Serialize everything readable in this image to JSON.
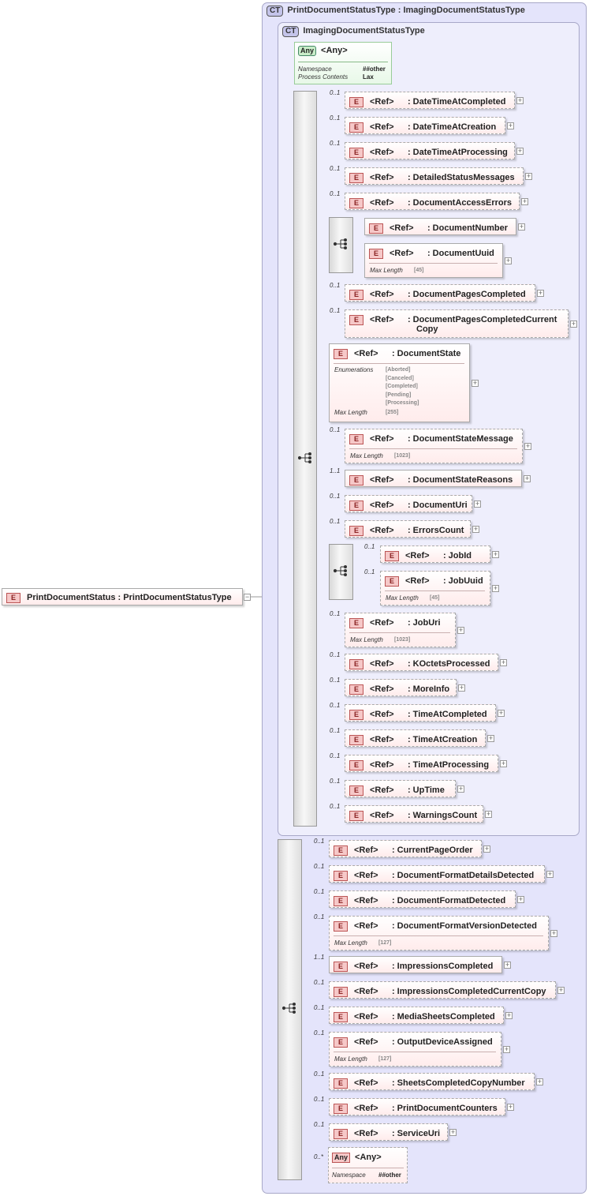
{
  "root": {
    "badge": "E",
    "name": "PrintDocumentStatus",
    "colon": ":",
    "type": "PrintDocumentStatusType"
  },
  "outer_ct": {
    "badge": "CT",
    "title": "PrintDocumentStatusType",
    "colon": ":",
    "base": "ImagingDocumentStatusType"
  },
  "inner_ct": {
    "badge": "CT",
    "title": "ImagingDocumentStatusType"
  },
  "any_top": {
    "badge": "Any",
    "label": "<Any>",
    "ns_key": "Namespace",
    "ns_val": "##other",
    "pc_key": "Process Contents",
    "pc_val": "Lax"
  },
  "ref_label": "<Ref>",
  "e_badge": "E",
  "imaging_elements": [
    {
      "card": "0..1",
      "name": "DateTimeAtCompleted"
    },
    {
      "card": "0..1",
      "name": "DateTimeAtCreation"
    },
    {
      "card": "0..1",
      "name": "DateTimeAtProcessing"
    },
    {
      "card": "0..1",
      "name": "DetailedStatusMessages"
    },
    {
      "card": "0..1",
      "name": "DocumentAccessErrors"
    },
    {
      "card": "",
      "name": "DocumentNumber"
    },
    {
      "card": "",
      "name": "DocumentUuid",
      "facet_key": "Max Length",
      "facet_val": "[45]"
    },
    {
      "card": "0..1",
      "name": "DocumentPagesCompleted"
    },
    {
      "card": "0..1",
      "name": "DocumentPagesCompletedCurrent",
      "name2": "Copy"
    },
    {
      "card": "",
      "name": "DocumentState",
      "enum_key": "Enumerations",
      "enums": [
        "[Aborted]",
        "[Canceled]",
        "[Completed]",
        "[Pending]",
        "[Processing]"
      ],
      "facet_key": "Max Length",
      "facet_val": "[255]"
    },
    {
      "card": "0..1",
      "name": "DocumentStateMessage",
      "facet_key": "Max Length",
      "facet_val": "[1023]"
    },
    {
      "card": "1..1",
      "name": "DocumentStateReasons"
    },
    {
      "card": "0..1",
      "name": "DocumentUri"
    },
    {
      "card": "0..1",
      "name": "ErrorsCount"
    },
    {
      "card": "0..1",
      "name": "JobId"
    },
    {
      "card": "0..1",
      "name": "JobUuid",
      "facet_key": "Max Length",
      "facet_val": "[45]"
    },
    {
      "card": "0..1",
      "name": "JobUri",
      "facet_key": "Max Length",
      "facet_val": "[1023]"
    },
    {
      "card": "0..1",
      "name": "KOctetsProcessed"
    },
    {
      "card": "0..1",
      "name": "MoreInfo"
    },
    {
      "card": "0..1",
      "name": "TimeAtCompleted"
    },
    {
      "card": "0..1",
      "name": "TimeAtCreation"
    },
    {
      "card": "0..1",
      "name": "TimeAtProcessing"
    },
    {
      "card": "0..1",
      "name": "UpTime"
    },
    {
      "card": "0..1",
      "name": "WarningsCount"
    }
  ],
  "print_elements": [
    {
      "card": "0..1",
      "name": "CurrentPageOrder"
    },
    {
      "card": "0..1",
      "name": "DocumentFormatDetailsDetected"
    },
    {
      "card": "0..1",
      "name": "DocumentFormatDetected"
    },
    {
      "card": "0..1",
      "name": "DocumentFormatVersionDetected",
      "facet_key": "Max Length",
      "facet_val": "[127]"
    },
    {
      "card": "1..1",
      "name": "ImpressionsCompleted"
    },
    {
      "card": "0..1",
      "name": "ImpressionsCompletedCurrentCopy"
    },
    {
      "card": "0..1",
      "name": "MediaSheetsCompleted"
    },
    {
      "card": "0..1",
      "name": "OutputDeviceAssigned",
      "facet_key": "Max Length",
      "facet_val": "[127]"
    },
    {
      "card": "0..1",
      "name": "SheetsCompletedCopyNumber"
    },
    {
      "card": "0..1",
      "name": "PrintDocumentCounters"
    },
    {
      "card": "0..1",
      "name": "ServiceUri"
    }
  ],
  "any_bottom": {
    "card": "0..*",
    "badge": "Any",
    "label": "<Any>",
    "ns_key": "Namespace",
    "ns_val": "##other"
  },
  "expand_symbol": "+",
  "collapse_symbol": "−"
}
